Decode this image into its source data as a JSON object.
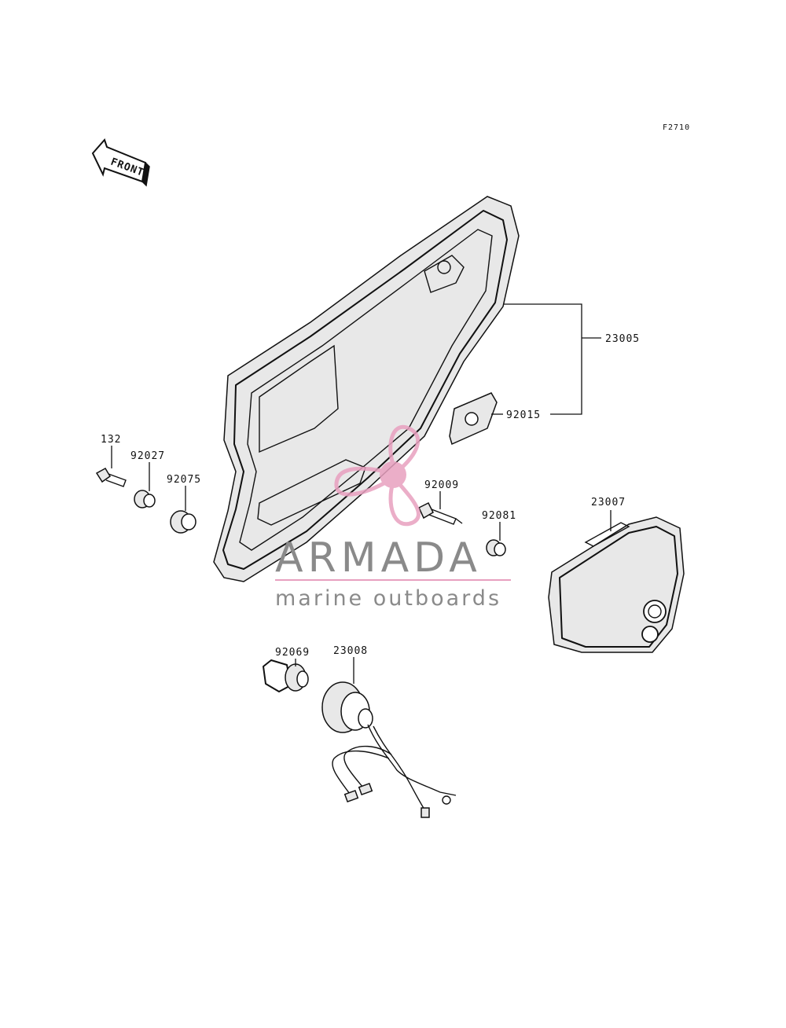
{
  "figure_code": "F2710",
  "front_arrow_label": "FRONT",
  "parts": {
    "p23005": "23005",
    "p92015": "92015",
    "p132": "132",
    "p92027": "92027",
    "p92075": "92075",
    "p92009": "92009",
    "p92081": "92081",
    "p23007": "23007",
    "p92069": "92069",
    "p23008": "23008"
  },
  "watermark": {
    "title": "ARMADA",
    "subtitle": "marine outboards",
    "title_color": "#8a8a8a",
    "accent_color": "#e8a0bf"
  }
}
